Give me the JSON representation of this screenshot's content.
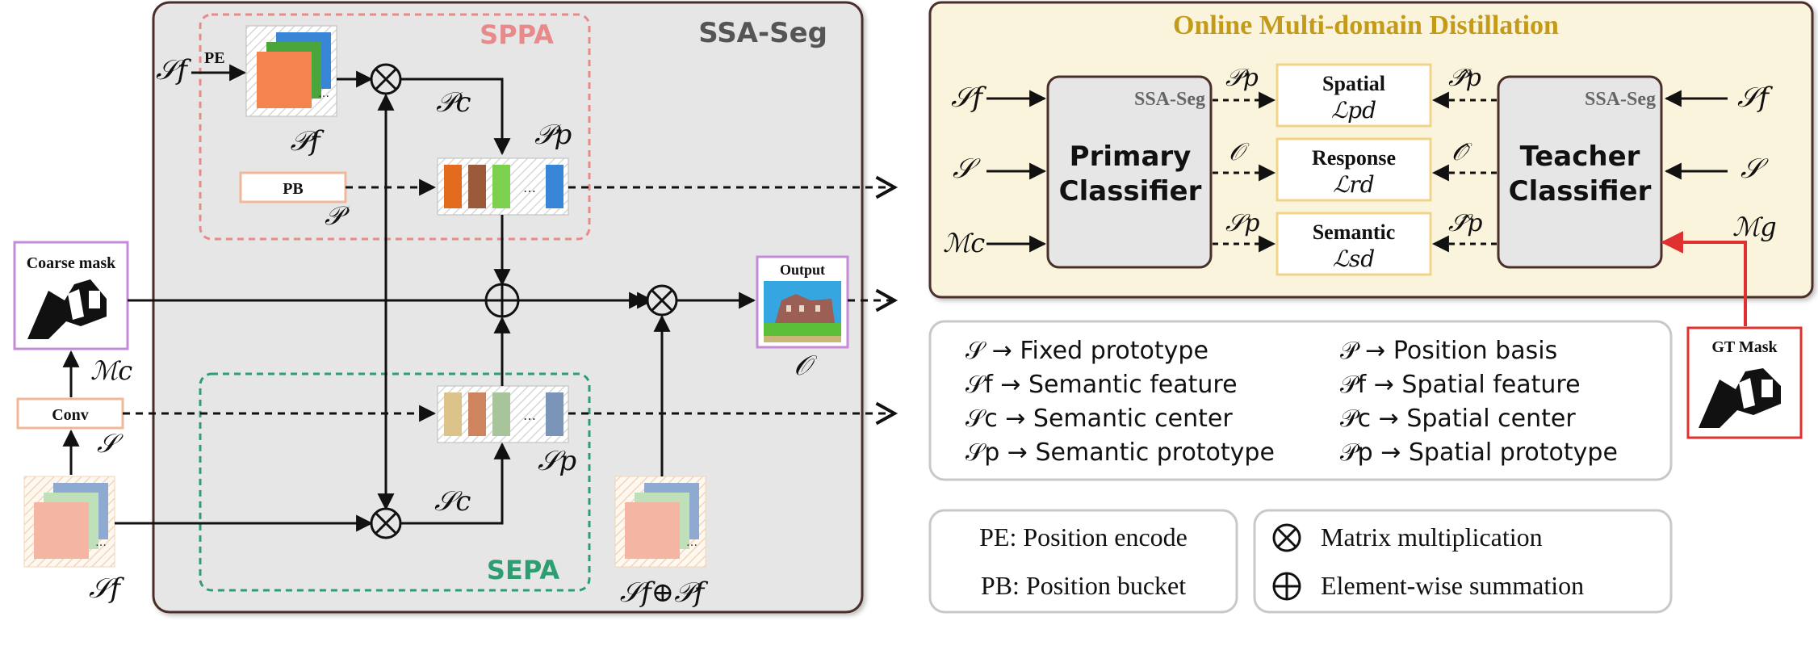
{
  "ssa": {
    "title": "SSA-Seg",
    "sppa_label": "SPPA",
    "sepa_label": "SEPA",
    "pe": "PE",
    "pb": "PB",
    "conv": "Conv",
    "coarse_mask": "Coarse mask",
    "output": "Output",
    "sym_sf_in": "𝒮f",
    "sym_pf": "𝒫f",
    "sym_pc": "𝒫c",
    "sym_pp": "𝒫p",
    "sym_p": "𝒫",
    "sym_mc": "ℳc",
    "sym_s": "𝒮",
    "sym_sf_bottom": "𝒮f",
    "sym_sc": "𝒮c",
    "sym_sp": "𝒮p",
    "sym_o": "𝒪",
    "sym_sf_plus_pf": "𝒮f⊕𝒫f"
  },
  "distill": {
    "title": "Online Multi-domain Distillation",
    "primary_tag": "SSA-Seg",
    "teacher_tag": "SSA-Seg",
    "primary_label": [
      "Primary",
      "Classifier"
    ],
    "teacher_label": [
      "Teacher",
      "Classifier"
    ],
    "losses": [
      {
        "name": "Spatial",
        "sym": "ℒpd",
        "in": "𝒫p",
        "hat": "𝒫̂p"
      },
      {
        "name": "Response",
        "sym": "ℒrd",
        "in": "𝒪",
        "hat": "𝒪̂"
      },
      {
        "name": "Semantic",
        "sym": "ℒsd",
        "in": "𝒮p",
        "hat": "𝒮̂p"
      }
    ],
    "inputs_left": [
      "𝒮f",
      "𝒮",
      "ℳc"
    ],
    "inputs_right": [
      "𝒮f",
      "𝒮",
      "ℳg"
    ],
    "gt_mask": "GT Mask"
  },
  "legend": {
    "left": [
      "𝒮 → Fixed prototype",
      "𝒮f → Semantic feature",
      "𝒮c → Semantic center",
      "𝒮p → Semantic prototype"
    ],
    "right": [
      "𝒫 → Position basis",
      "𝒫f → Spatial feature",
      "𝒫c → Spatial center",
      "𝒫p → Spatial prototype"
    ],
    "abbrev": [
      "PE: Position encode",
      "PB: Position bucket"
    ],
    "ops": [
      "Matrix multiplication",
      "Element-wise summation"
    ]
  },
  "colors": {
    "ssa_bg": "#e6e6e6",
    "distill_bg": "#fbf4dc",
    "sppa": "#e88a8a",
    "sepa": "#2e9e72",
    "title_gold": "#c39a1a",
    "gt_red": "#e03030"
  }
}
